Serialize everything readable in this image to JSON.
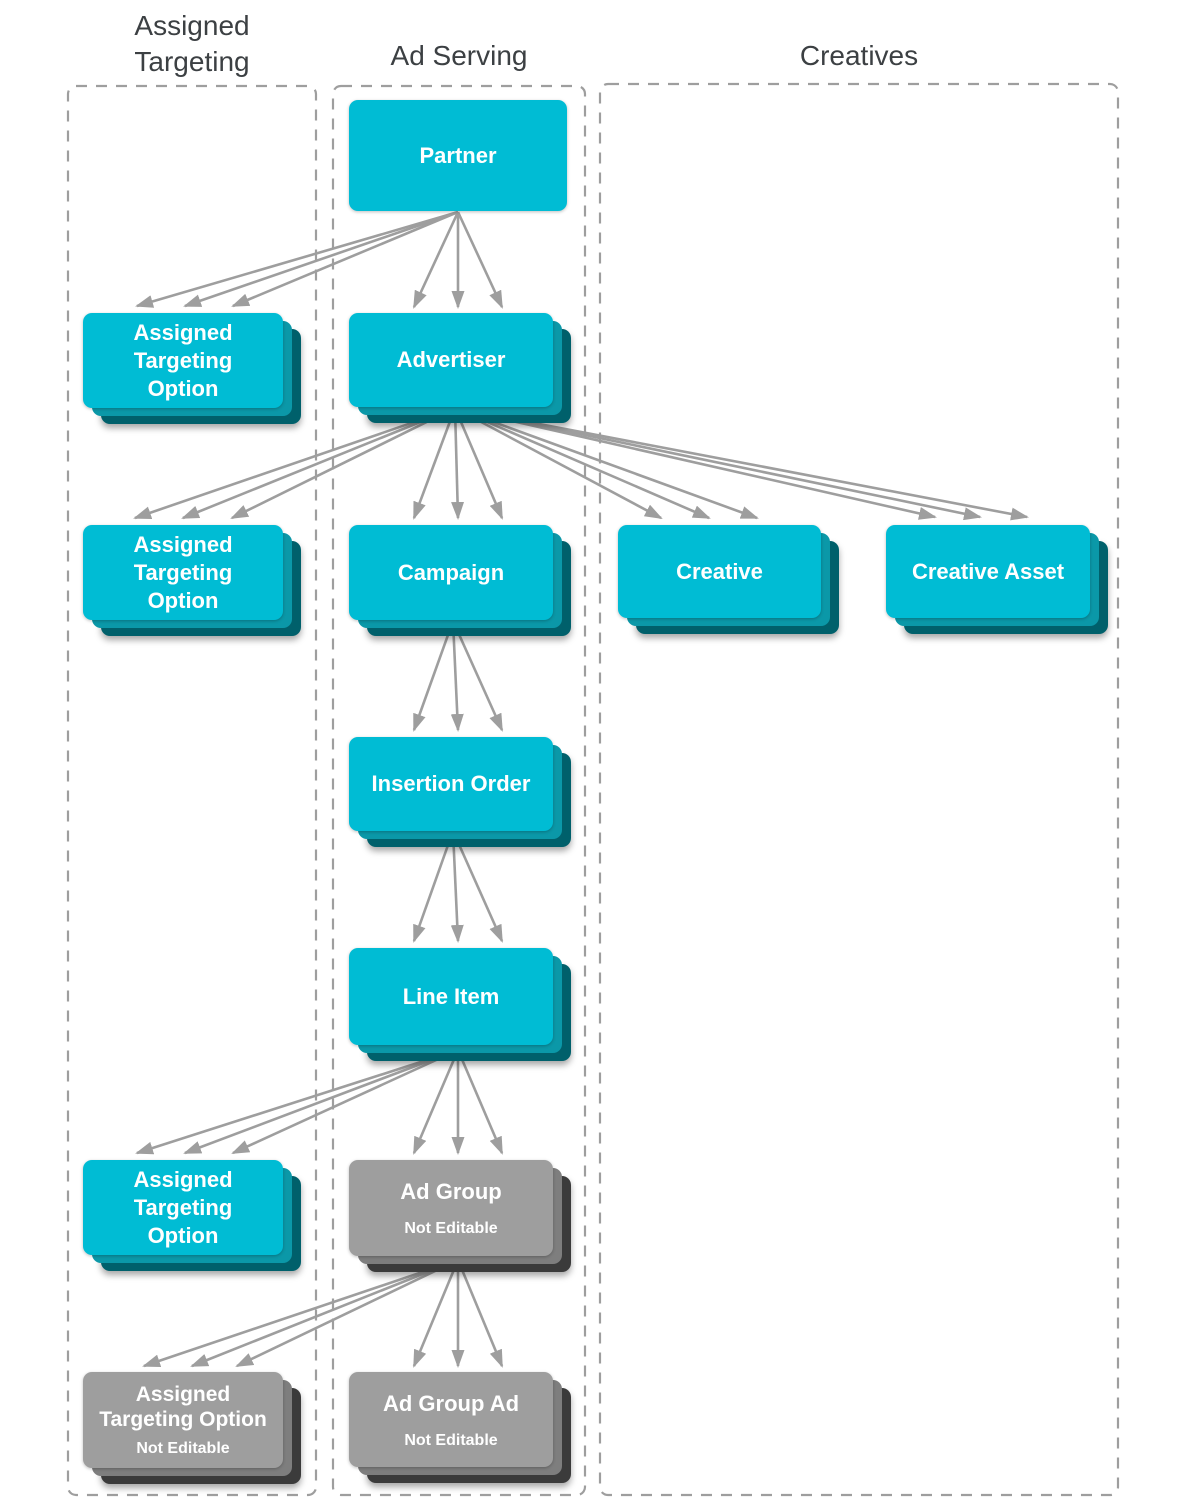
{
  "palette": {
    "node_cyan": "#00BCD4",
    "node_cyan_mid": "#0B98A8",
    "node_cyan_dark": "#00606B",
    "node_gray": "#9E9E9E",
    "node_gray_mid": "#7E7E7E",
    "node_gray_dark": "#3B3B3B",
    "arrow": "#9E9E9E",
    "border": "#9E9E9E",
    "title_text": "#3C4043",
    "label_text": "#FFFFFF"
  },
  "columns": {
    "assigned_targeting": {
      "title": "Assigned\nTargeting"
    },
    "ad_serving": {
      "title": "Ad Serving"
    },
    "creatives": {
      "title": "Creatives"
    }
  },
  "nodes": {
    "partner": {
      "label": "Partner"
    },
    "ato_partner": {
      "label": "Assigned\nTargeting\nOption"
    },
    "advertiser": {
      "label": "Advertiser"
    },
    "ato_advertiser": {
      "label": "Assigned\nTargeting\nOption"
    },
    "campaign": {
      "label": "Campaign"
    },
    "creative": {
      "label": "Creative"
    },
    "creative_asset": {
      "label": "Creative Asset"
    },
    "insertion_order": {
      "label": "Insertion Order"
    },
    "line_item": {
      "label": "Line Item"
    },
    "ato_line_item": {
      "label": "Assigned\nTargeting\nOption"
    },
    "ad_group": {
      "label": "Ad Group",
      "sublabel": "Not Editable"
    },
    "ato_ad_group": {
      "label": "Assigned\nTargeting Option",
      "sublabel": "Not Editable"
    },
    "ad_group_ad": {
      "label": "Ad Group Ad",
      "sublabel": "Not Editable"
    }
  },
  "edges": [
    {
      "id": "partner-to-assigned-targeting-option",
      "from": "Partner",
      "to": "Assigned Targeting Option"
    },
    {
      "id": "partner-to-advertiser",
      "from": "Partner",
      "to": "Advertiser"
    },
    {
      "id": "advertiser-to-assigned-targeting-option",
      "from": "Advertiser",
      "to": "Assigned Targeting Option"
    },
    {
      "id": "advertiser-to-campaign",
      "from": "Advertiser",
      "to": "Campaign"
    },
    {
      "id": "advertiser-to-creative",
      "from": "Advertiser",
      "to": "Creative"
    },
    {
      "id": "advertiser-to-creative-asset",
      "from": "Advertiser",
      "to": "Creative Asset"
    },
    {
      "id": "campaign-to-insertion-order",
      "from": "Campaign",
      "to": "Insertion Order"
    },
    {
      "id": "insertion-order-to-line-item",
      "from": "Insertion Order",
      "to": "Line Item"
    },
    {
      "id": "line-item-to-assigned-targeting-option",
      "from": "Line Item",
      "to": "Assigned Targeting Option"
    },
    {
      "id": "line-item-to-ad-group",
      "from": "Line Item",
      "to": "Ad Group"
    },
    {
      "id": "ad-group-to-assigned-targeting-option",
      "from": "Ad Group",
      "to": "Assigned Targeting Option"
    },
    {
      "id": "ad-group-to-ad-group-ad",
      "from": "Ad Group",
      "to": "Ad Group Ad"
    }
  ]
}
